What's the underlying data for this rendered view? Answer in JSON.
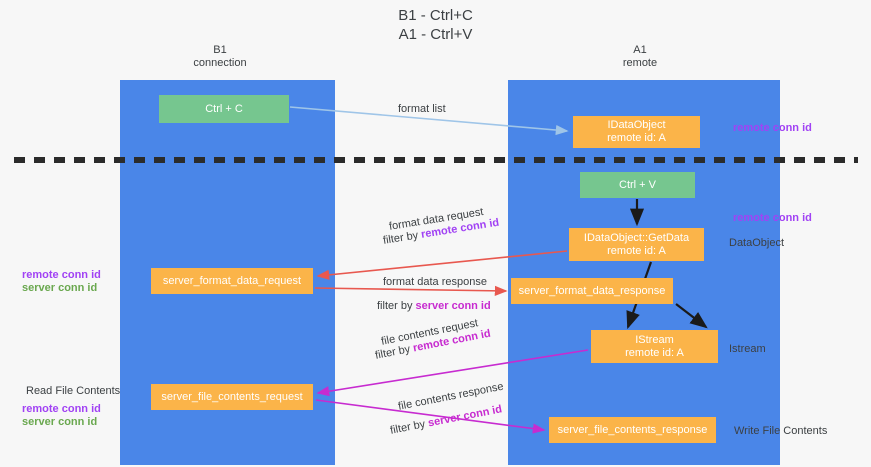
{
  "title": "B1 - Ctrl+C\nA1 - Ctrl+V",
  "columns": {
    "left": {
      "name": "B1",
      "role": "connection",
      "label": "B1\nconnection"
    },
    "right": {
      "name": "A1",
      "role": "remote",
      "label": "A1\nremote"
    }
  },
  "colors": {
    "lane": "#4a86e8",
    "node_green": "#76c68f",
    "node_orange": "#fbb449",
    "remote_conn_id": "#a142f4",
    "server_conn_id": "#6aa84f",
    "divider": "#2b2b2b",
    "arrow_format_list": "#9fc5e8",
    "arrow_red": "#e8584f",
    "arrow_magenta": "#c72bd0",
    "arrow_dark": "#1a1a1a",
    "background": "#f7f7f7"
  },
  "nodes": {
    "ctrl_c": "Ctrl + C",
    "ctrl_v": "Ctrl + V",
    "idataobject": "IDataObject\nremote id: A",
    "getdata": "IDataObject::GetData\nremote id: A",
    "istream": "IStream\nremote id: A",
    "server_format_data_request": "server_format_data_request",
    "server_format_data_response": "server_format_data_response",
    "server_file_contents_request": "server_file_contents_request",
    "server_file_contents_response": "server_file_contents_response"
  },
  "annotations": {
    "format_list": "format list",
    "remote_conn_id": "remote conn id",
    "server_conn_id": "server conn id",
    "dataobject": "DataObject",
    "istream": "Istream",
    "read_file_contents": "Read File Contents",
    "write_file_contents": "Write File Contents",
    "filter_by": "filter by ",
    "format_data_request": "format data request",
    "format_data_response": "format data response",
    "file_contents_request": "file contents request",
    "file_contents_response": "file contents response"
  }
}
